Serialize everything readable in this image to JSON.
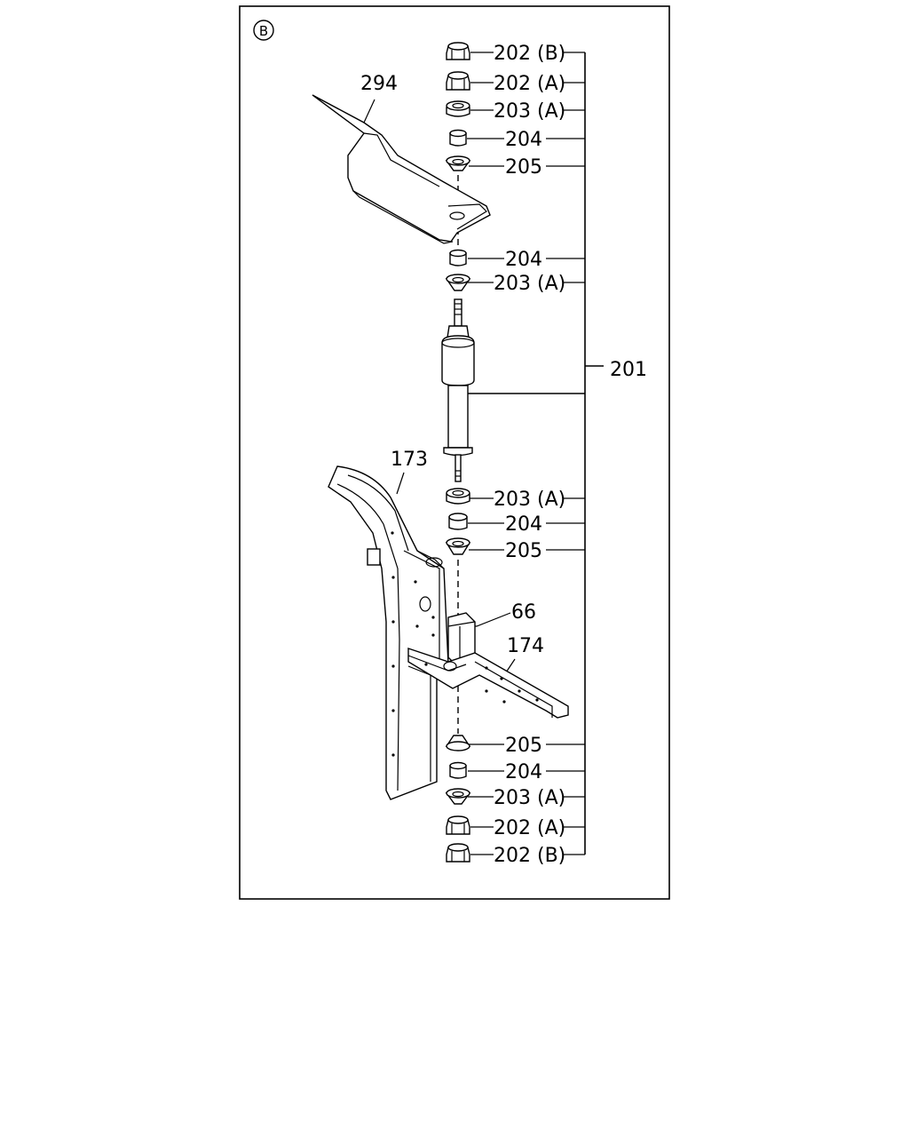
{
  "view_marker": "B",
  "callouts": {
    "top_202b": "202 (B)",
    "top_202a": "202 (A)",
    "top_203a": "203 (A)",
    "top_204": "204",
    "top_205": "205",
    "mid_204": "204",
    "mid_203a": "203 (A)",
    "assembly_201": "201",
    "low_203a": "203 (A)",
    "low_204": "204",
    "low_205": "205",
    "bot_205": "205",
    "bot_204": "204",
    "bot_203a": "203 (A)",
    "bot_202a": "202 (A)",
    "bot_202b": "202 (B)",
    "bracket_294": "294",
    "frame_173": "173",
    "bracket_66": "66",
    "crossmember_174": "174"
  }
}
